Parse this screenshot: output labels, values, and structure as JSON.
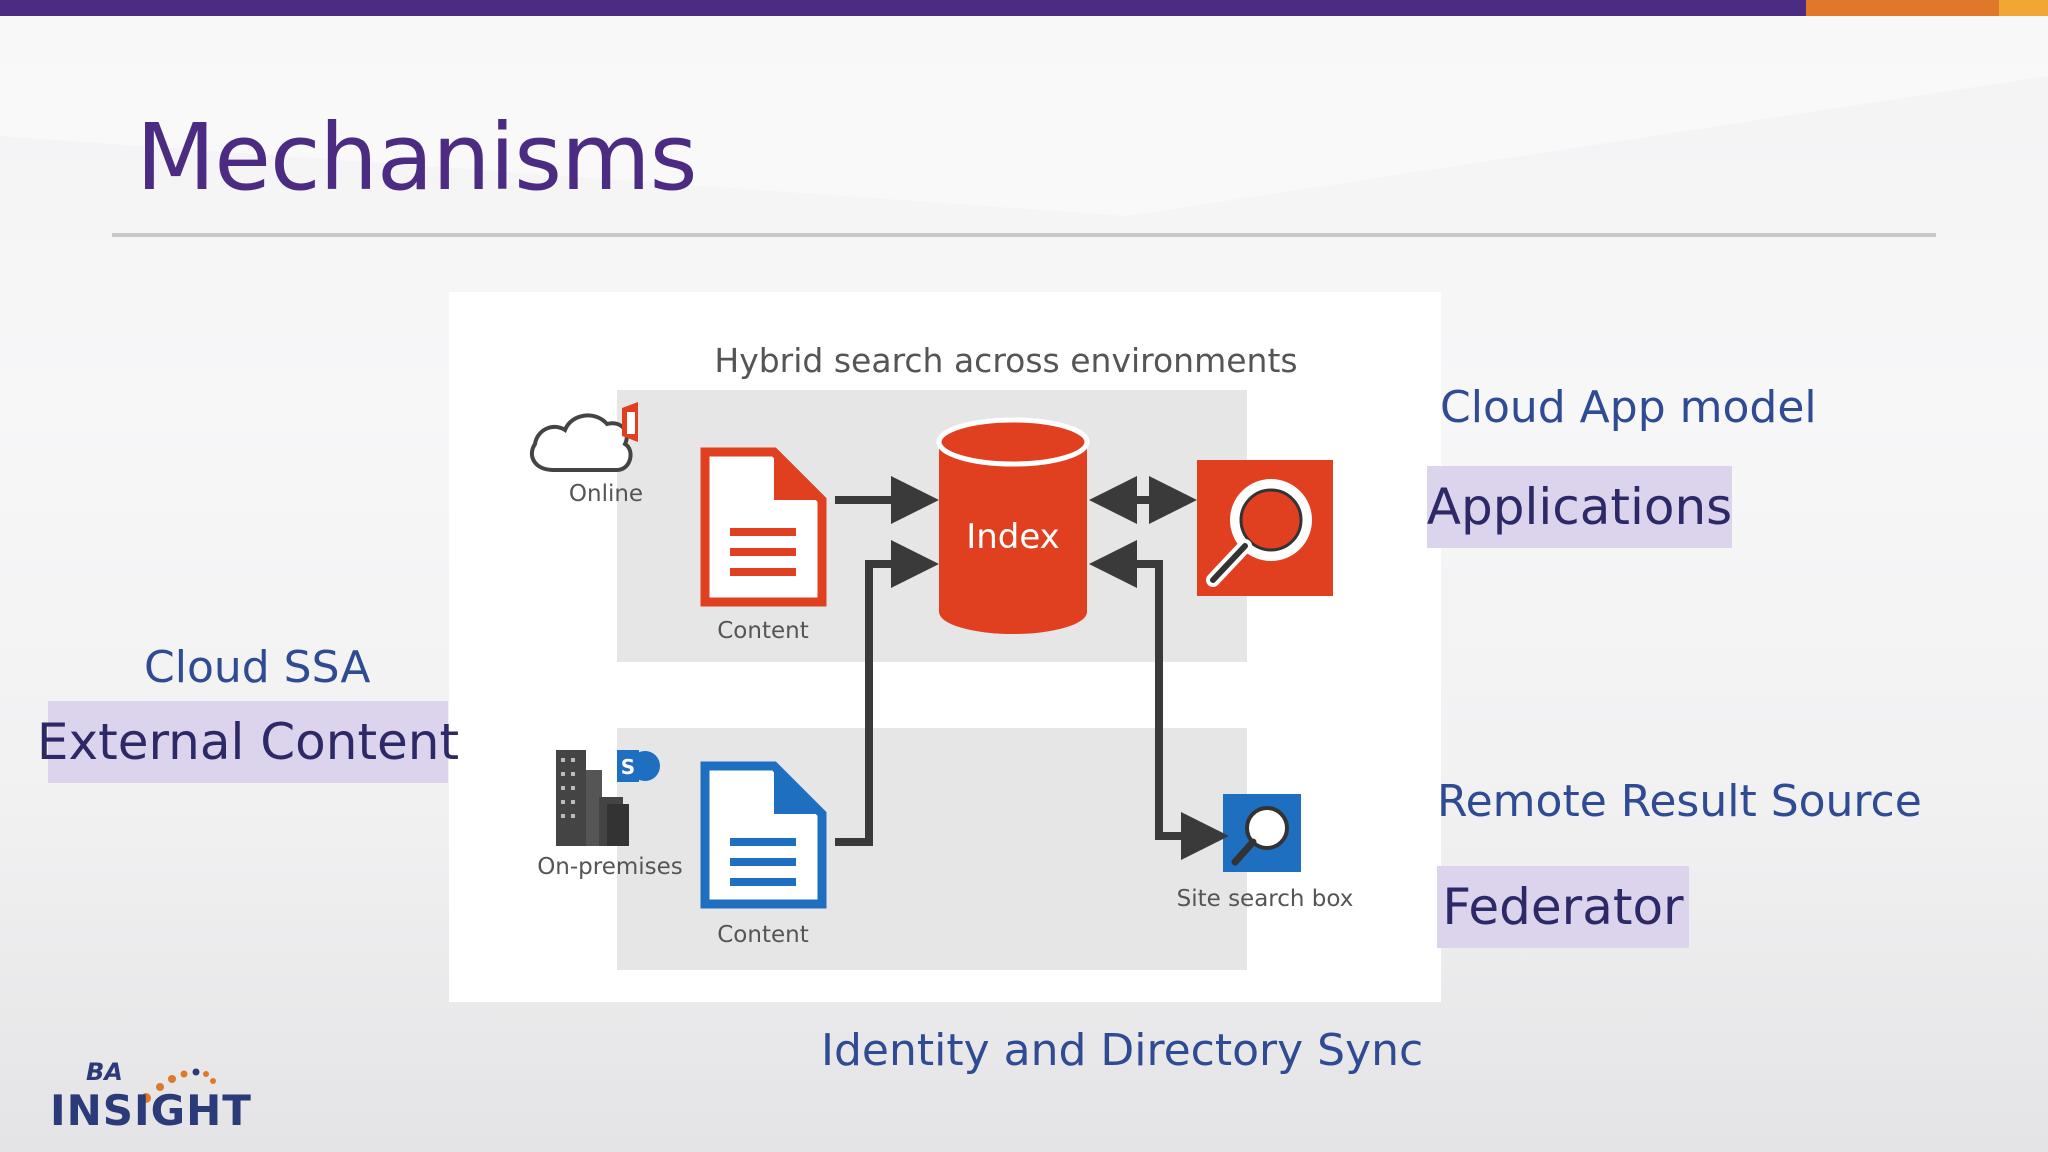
{
  "slide": {
    "title": "Mechanisms"
  },
  "diagram": {
    "title": "Hybrid search across environments",
    "online_label": "Online",
    "onprem_label": "On-premises",
    "content_label_top": "Content",
    "content_label_bottom": "Content",
    "index_label": "Index",
    "site_search_label": "Site search box",
    "sharepoint_badge": "S"
  },
  "callouts": {
    "cloud_app_model": "Cloud App model",
    "applications": "Applications",
    "cloud_ssa": "Cloud SSA",
    "external_content": "External Content",
    "remote_result_source": "Remote Result Source",
    "federator": "Federator",
    "identity_sync": "Identity and Directory Sync"
  },
  "logo": {
    "ba": "BA",
    "insight": "INSIGHT"
  },
  "colors": {
    "brand_purple": "#4b2c82",
    "accent_orange": "#e0782b",
    "accent_gold": "#f2a634",
    "callout_blue": "#2e4b93",
    "tag_fill": "#dcd3ed",
    "diagram_red": "#e0401f",
    "diagram_blue": "#1f6fc0",
    "arrow_gray": "#3a3a3a"
  }
}
